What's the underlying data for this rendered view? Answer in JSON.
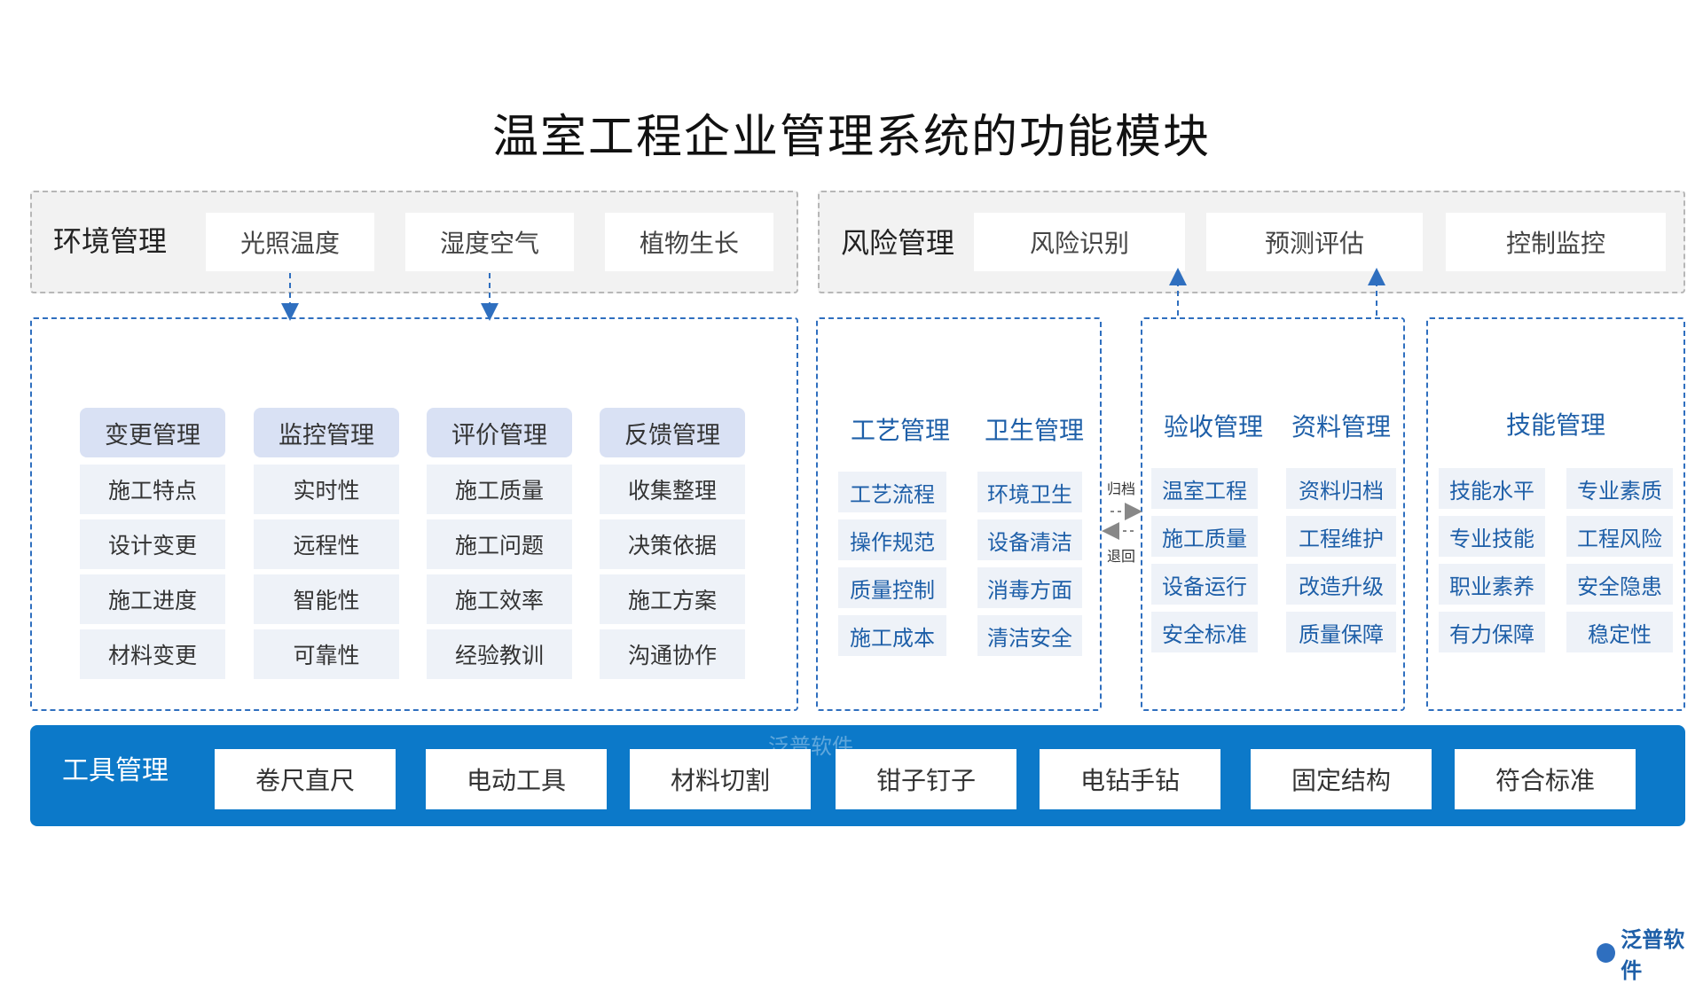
{
  "title": "温室工程企业管理系统的功能模块",
  "environment": {
    "label": "环境管理",
    "items": [
      "光照温度",
      "湿度空气",
      "植物生长"
    ]
  },
  "risk": {
    "label": "风险管理",
    "items": [
      "风险识别",
      "预测评估",
      "控制监控"
    ]
  },
  "groups_left": [
    {
      "head": "变更管理",
      "items": [
        "施工特点",
        "设计变更",
        "施工进度",
        "材料变更"
      ]
    },
    {
      "head": "监控管理",
      "items": [
        "实时性",
        "远程性",
        "智能性",
        "可靠性"
      ]
    },
    {
      "head": "评价管理",
      "items": [
        "施工质量",
        "施工问题",
        "施工效率",
        "经验教训"
      ]
    },
    {
      "head": "反馈管理",
      "items": [
        "收集整理",
        "决策依据",
        "施工方案",
        "沟通协作"
      ]
    }
  ],
  "groups_right": [
    {
      "head": "工艺管理",
      "items": [
        "工艺流程",
        "操作规范",
        "质量控制",
        "施工成本"
      ]
    },
    {
      "head": "卫生管理",
      "items": [
        "环境卫生",
        "设备清洁",
        "消毒方面",
        "清洁安全"
      ]
    },
    {
      "head": "验收管理",
      "items": [
        "温室工程",
        "施工质量",
        "设备运行",
        "安全标准"
      ]
    },
    {
      "head": "资料管理",
      "items": [
        "资料归档",
        "工程维护",
        "改造升级",
        "质量保障"
      ]
    }
  ],
  "skills": {
    "head": "技能管理",
    "items": [
      "技能水平",
      "专业素质",
      "专业技能",
      "工程风险",
      "职业素养",
      "安全隐患",
      "有力保障",
      "稳定性"
    ]
  },
  "arrow_labels": {
    "archive": "归档",
    "return": "退回"
  },
  "tools": {
    "label": "工具管理",
    "items": [
      "卷尺直尺",
      "电动工具",
      "材料切割",
      "钳子钉子",
      "电钻手钻",
      "固定结构",
      "符合标准"
    ]
  },
  "watermark": {
    "center": "泛普软件",
    "corner": "泛普软件"
  },
  "colors": {
    "accent": "#0c79c9",
    "dash": "#2f6fbf",
    "head_bg": "#d9e1f4",
    "item_bg": "#eef2f8"
  }
}
